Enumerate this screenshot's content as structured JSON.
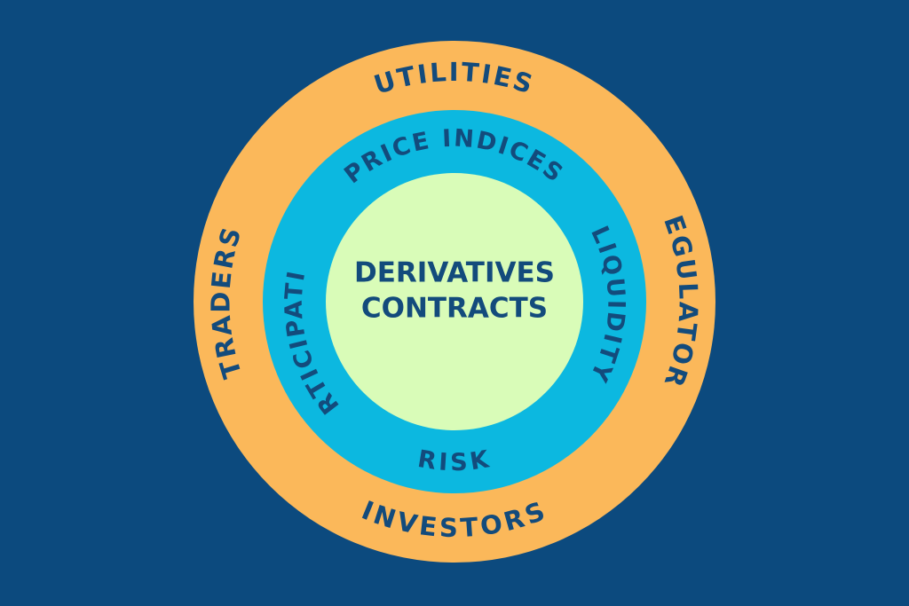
{
  "colors": {
    "background": "#0c4a7e",
    "outer_ring": "#fbb85a",
    "middle_ring": "#0cb8e0",
    "core": "#d9fcb8",
    "text": "#134b7c"
  },
  "core": {
    "line1": "DERIVATIVES",
    "line2": "CONTRACTS"
  },
  "outer_ring": {
    "top": "UTILITIES",
    "left": "TRADERS",
    "right": "REGULATORS",
    "bottom": "INVESTORS"
  },
  "middle_ring": {
    "top": "PRICE INDICES",
    "left": "PARTICIPATION",
    "right": "LIQUIDITY",
    "bottom": "RISK"
  }
}
